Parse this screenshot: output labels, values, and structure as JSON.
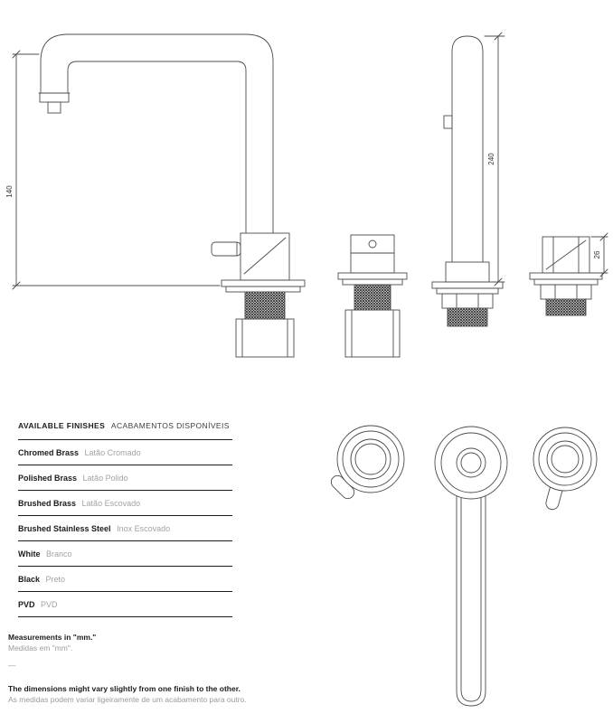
{
  "dimensions": {
    "side_height": "140",
    "front_height": "240",
    "valve_height": "26"
  },
  "finishes": {
    "header_en": "AVAILABLE FINISHES",
    "header_pt": "ACABAMENTOS DISPONÍVEIS",
    "items": [
      {
        "en": "Chromed Brass",
        "pt": "Latão Cromado"
      },
      {
        "en": "Polished Brass",
        "pt": "Latão Polido"
      },
      {
        "en": "Brushed Brass",
        "pt": "Latão Escovado"
      },
      {
        "en": "Brushed Stainless Steel",
        "pt": "Inox Escovado"
      },
      {
        "en": "White",
        "pt": "Branco"
      },
      {
        "en": "Black",
        "pt": "Preto"
      },
      {
        "en": "PVD",
        "pt": "PVD"
      }
    ]
  },
  "notes": {
    "measurements_en": "Measurements in \"mm.\"",
    "measurements_pt": "Medidas em \"mm\".",
    "dash": "—",
    "variation_en": "The dimensions might vary slightly from one finish to the other.",
    "variation_pt": "As medidas podem variar ligeiramente de um acabamento para outro."
  }
}
